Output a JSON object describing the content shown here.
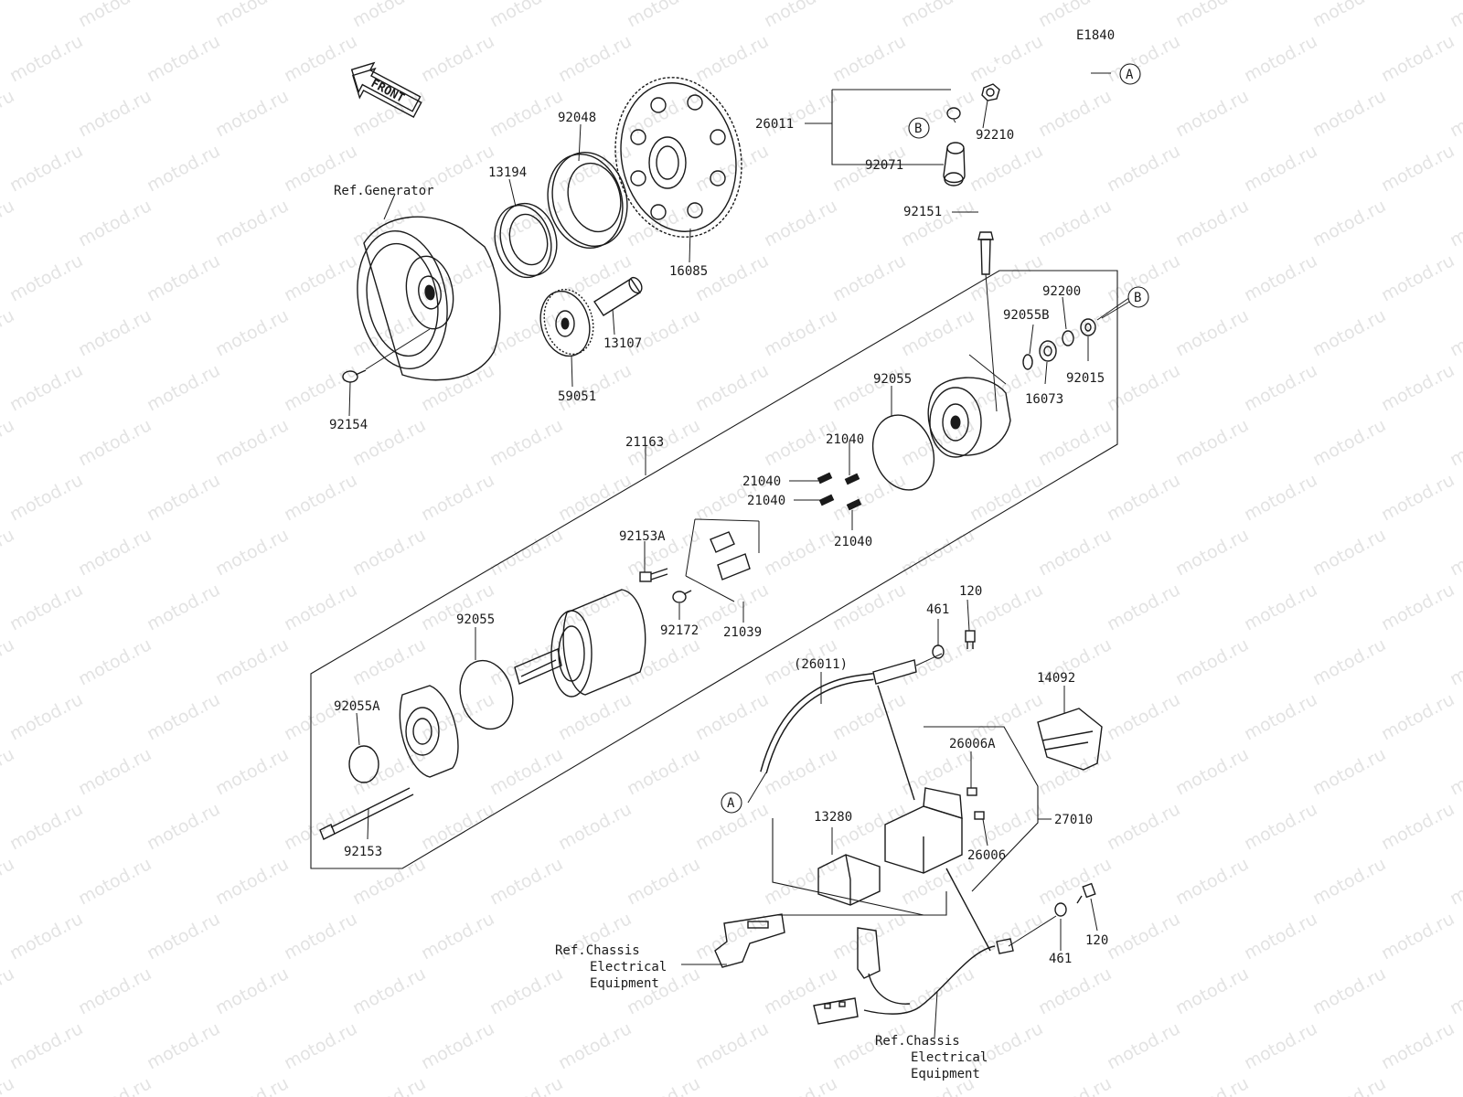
{
  "diagram_code": "E1840",
  "front_label": "FRONT",
  "callout_a": "A",
  "callout_b": "B",
  "watermark": "motod.ru",
  "parts": {
    "ref_generator": "Ref.Generator",
    "p92048": "92048",
    "p13194": "13194",
    "p16085": "16085",
    "p13107": "13107",
    "p59051": "59051",
    "p92154": "92154",
    "p26011": "26011",
    "p92210": "92210",
    "p92071": "92071",
    "p92151": "92151",
    "p92200": "92200",
    "p92055B": "92055B",
    "p92015": "92015",
    "p16073": "16073",
    "p92055_top": "92055",
    "p21163": "21163",
    "p21040_a": "21040",
    "p21040_b": "21040",
    "p21040_c": "21040",
    "p21040_d": "21040",
    "p92153A": "92153A",
    "p92172": "92172",
    "p21039": "21039",
    "p92055_mid": "92055",
    "p92055A": "92055A",
    "p92153": "92153",
    "p120_top": "120",
    "p461_top": "461",
    "p26011_paren": "(26011)",
    "p14092": "14092",
    "p26006A": "26006A",
    "p26006": "26006",
    "p27010": "27010",
    "p13280": "13280",
    "p120_bot": "120",
    "p461_bot": "461",
    "ref_chassis_1": [
      "Ref.Chassis",
      "Electrical",
      "Equipment"
    ],
    "ref_chassis_2": [
      "Ref.Chassis",
      "Electrical",
      "Equipment"
    ]
  }
}
